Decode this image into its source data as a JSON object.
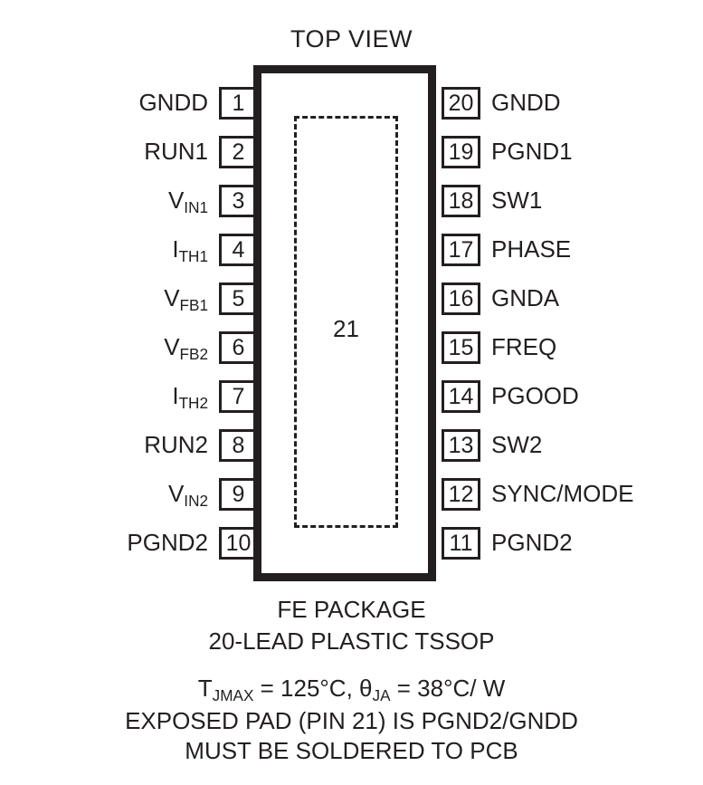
{
  "diagram": {
    "view_title": "TOP VIEW",
    "package_body": {
      "exposed_pad_number": "21"
    },
    "left_pins": [
      {
        "number": "1",
        "label": "GNDD",
        "sub": ""
      },
      {
        "number": "2",
        "label": "RUN1",
        "sub": ""
      },
      {
        "number": "3",
        "label": "V",
        "sub": "IN1"
      },
      {
        "number": "4",
        "label": "I",
        "sub": "TH1"
      },
      {
        "number": "5",
        "label": "V",
        "sub": "FB1"
      },
      {
        "number": "6",
        "label": "V",
        "sub": "FB2"
      },
      {
        "number": "7",
        "label": "I",
        "sub": "TH2"
      },
      {
        "number": "8",
        "label": "RUN2",
        "sub": ""
      },
      {
        "number": "9",
        "label": "V",
        "sub": "IN2"
      },
      {
        "number": "10",
        "label": "PGND2",
        "sub": ""
      }
    ],
    "right_pins": [
      {
        "number": "20",
        "label": "GNDD",
        "sub": ""
      },
      {
        "number": "19",
        "label": "PGND1",
        "sub": ""
      },
      {
        "number": "18",
        "label": "SW1",
        "sub": ""
      },
      {
        "number": "17",
        "label": "PHASE",
        "sub": ""
      },
      {
        "number": "16",
        "label": "GNDA",
        "sub": ""
      },
      {
        "number": "15",
        "label": "FREQ",
        "sub": ""
      },
      {
        "number": "14",
        "label": "PGOOD",
        "sub": ""
      },
      {
        "number": "13",
        "label": "SW2",
        "sub": ""
      },
      {
        "number": "12",
        "label": "SYNC/MODE",
        "sub": ""
      },
      {
        "number": "11",
        "label": "PGND2",
        "sub": ""
      }
    ],
    "captions": {
      "package_name": "FE PACKAGE",
      "package_desc": "20-LEAD PLASTIC TSSOP",
      "thermal_tjmax_prefix": "T",
      "thermal_tjmax_sub": "JMAX",
      "thermal_tjmax_value": " = 125°C, ",
      "thermal_theta_symbol": "θ",
      "thermal_theta_sub": "JA",
      "thermal_theta_value": " = 38°C/ W",
      "exposed_pad_note1": "EXPOSED PAD (PIN 21) IS PGND2/GNDD",
      "exposed_pad_note2": "MUST BE SOLDERED TO PCB"
    },
    "colors": {
      "ink": "#231f20",
      "background": "#ffffff"
    }
  }
}
